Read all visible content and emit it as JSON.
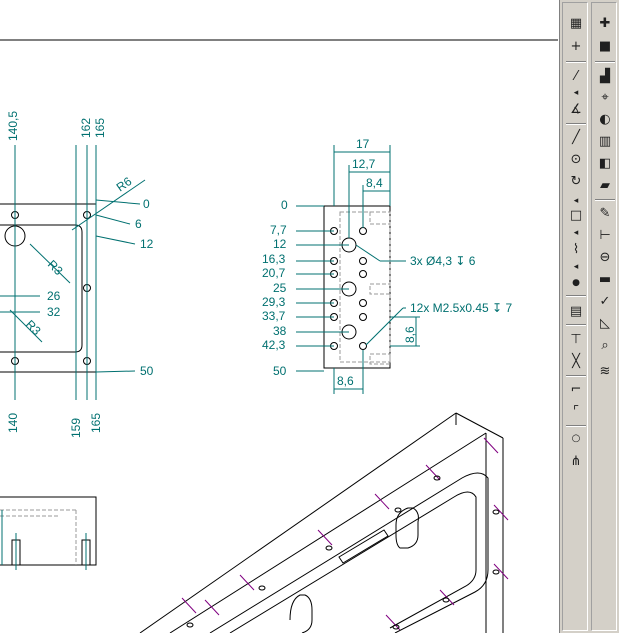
{
  "colors": {
    "dimension": "#007070",
    "geometry": "#000000",
    "hidden": "#9a9a9a",
    "axis": "#800080",
    "toolbar_bg": "#d4d0c8"
  },
  "drawing": {
    "left_view": {
      "top_dims": [
        "140,5",
        "162",
        "165"
      ],
      "right_dims": [
        "0",
        "6",
        "12",
        "50"
      ],
      "radii": [
        "R6",
        "R3",
        "R3"
      ],
      "inner_dims": [
        "26",
        "32"
      ],
      "bottom_dims": [
        "140",
        "159",
        "165"
      ]
    },
    "right_view": {
      "horiz_dims": [
        "17",
        "12,7",
        "8,4"
      ],
      "vert_dims": [
        "0",
        "7,7",
        "12",
        "16,3",
        "20,7",
        "25",
        "29,3",
        "33,7",
        "38",
        "42,3",
        "50"
      ],
      "bottom_dim": "8,6",
      "side_dim": "8,6",
      "callout_holes": "3x Ø4,3 ↧ 6",
      "callout_threads": "12x M2.5x0.45 ↧ 7"
    }
  },
  "toolbar": {
    "col1": [
      "grid-icon",
      "cross-icon",
      "slash-dim-icon",
      "arrow-small-icon",
      "angle-dim-icon",
      "line-icon",
      "circle-icon",
      "arc-icon",
      "rectangle-icon",
      "small-arrow-icon",
      "spline-icon",
      "small-arrow2-icon",
      "point-icon",
      "hatch-icon",
      "perpendicular-icon",
      "trim-icon",
      "cross-x-icon",
      "fillet-icon",
      "chamfer-icon",
      "small-circle-icon",
      "mirror-icon"
    ],
    "col2": [
      "new-layer-icon",
      "square-fill-icon",
      "blocks-icon",
      "snap-icon",
      "lock-icon",
      "pattern-icon",
      "dark-box-icon",
      "solid-box-icon",
      "edit-icon",
      "tree-icon",
      "circle-minus-icon",
      "black-rect-icon",
      "check-icon",
      "ruler-icon",
      "zoom-icon",
      "layers-icon"
    ]
  }
}
